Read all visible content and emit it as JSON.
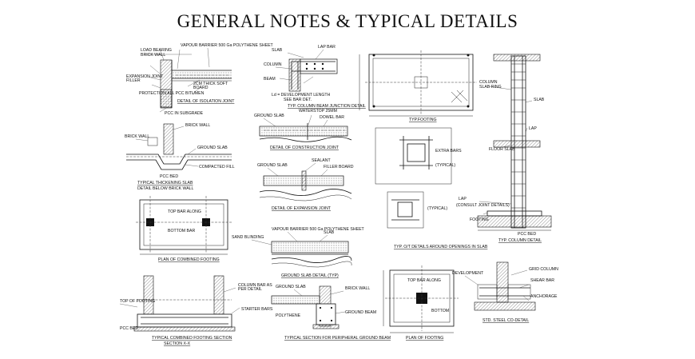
{
  "sheet": {
    "title": "GENERAL NOTES & TYPICAL DETAILS"
  },
  "details": {
    "isolation_joint": "DETAIL OF ISOLATION JOINT",
    "column_beam_junction": "TYP. COLUMN BEAM JUNCTION DETAIL",
    "footing": "TYP.FOOTING",
    "column_detail": "TYP. COLUMN DETAIL",
    "thickening_slab": "TYPICAL THICKENING SLAB",
    "below_brick_wall": "DETAIL BELOW BRICK WALL",
    "construction_joint": "DETAIL OF CONSTRUCTION JOINT",
    "expansion_joint": "DETAIL OF EXPANSION JOINT",
    "openings_in_slab": "TYP. O/T DETAILS AROUND OPENINGS IN SLAB",
    "plan_of_combined_footing": "PLAN OF COMBINED FOOTING",
    "ground_slab_detail": "GROUND SLAB DETAIL (TYP)",
    "combined_footing_section": "TYPICAL COMBINED FOOTING SECTION",
    "section_xx": "SECTION X-X",
    "peripheral_ground_beam": "TYPICAL SECTION FOR PERIPHERAL GROUND BEAM",
    "plan_of_footing": "PLAN OF FOOTING",
    "std_steel_detail": "STD. STEEL CO-DETAIL"
  }
}
